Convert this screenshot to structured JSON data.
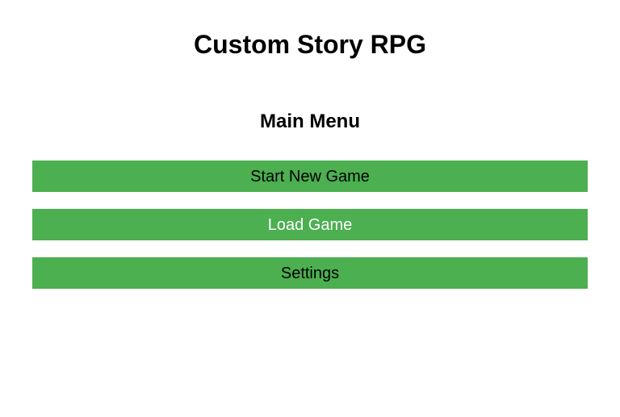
{
  "page": {
    "title": "Custom Story RPG",
    "heading": "Main Menu",
    "background_color": "#ffffff",
    "text_color": "#000000"
  },
  "menu": {
    "buttons": [
      {
        "label": "Start New Game",
        "text_color": "#000000"
      },
      {
        "label": "Load Game",
        "text_color": "#ffffff"
      },
      {
        "label": "Settings",
        "text_color": "#000000"
      }
    ],
    "button_background_color": "#4caf50"
  }
}
